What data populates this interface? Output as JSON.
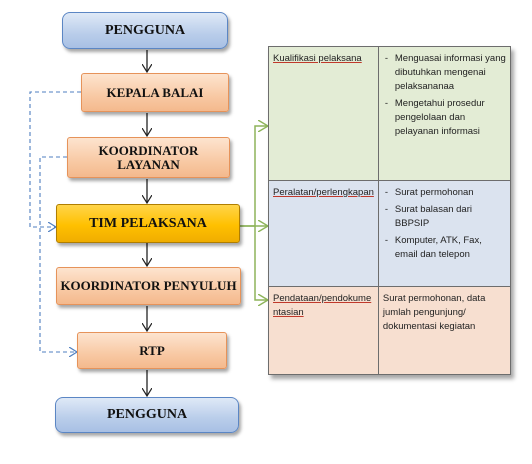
{
  "flow": {
    "pengguna_top": "PENGGUNA",
    "kepala_balai": "KEPALA BALAI",
    "koordinator_layanan_1": "KOORDINATOR",
    "koordinator_layanan_2": "LAYANAN",
    "tim_pelaksana": "TIM PELAKSANA",
    "koordinator_penyuluh": "KOORDINATOR PENYULUH",
    "rtp": "RTP",
    "pengguna_bottom": "PENGGUNA"
  },
  "table": {
    "rows": [
      {
        "category": "Kualifikasi pelaksana",
        "items": [
          "Menguasai informasi yang dibutuhkan mengenai pelaksananaa",
          "Mengetahui prosedur pengelolaan dan pelayanan informasi"
        ]
      },
      {
        "category": "Peralatan/perlengkapan",
        "items": [
          "Surat permohonan",
          "Surat balasan dari BBPSIP",
          "Komputer, ATK, Fax, email dan telepon"
        ]
      },
      {
        "category": "Pendataan/pendokume ntasian",
        "text": "Surat permohonan, data jumlah pengunjung/ dokumentasi kegiatan"
      }
    ]
  },
  "colors": {
    "blue_box": "#b9cdea",
    "orange_box": "#f8c9a4",
    "gold_box": "#ffc000",
    "dashed_connector": "#4f7fc0",
    "green_arrow": "#8db45a",
    "row_green": "#e3ecd5",
    "row_blue": "#dbe3ef",
    "row_peach": "#f7dfd0"
  }
}
